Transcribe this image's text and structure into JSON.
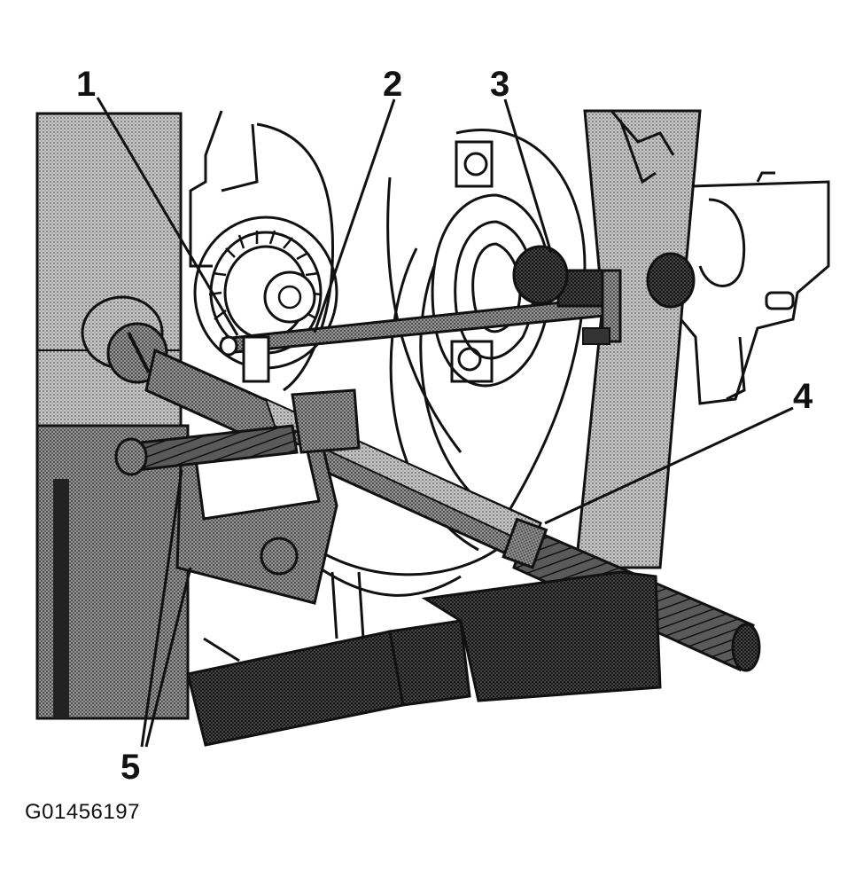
{
  "figure": {
    "code": "G01456197",
    "callouts": [
      {
        "id": "1",
        "label": "1"
      },
      {
        "id": "2",
        "label": "2"
      },
      {
        "id": "3",
        "label": "3"
      },
      {
        "id": "4",
        "label": "4"
      },
      {
        "id": "5",
        "label": "5"
      }
    ]
  },
  "colors": {
    "ink": "#111111",
    "screen_dark": "#3a3a3a",
    "screen_mid": "#7a7a7a",
    "screen_light": "#a8a8a8",
    "paper": "#ffffff"
  }
}
